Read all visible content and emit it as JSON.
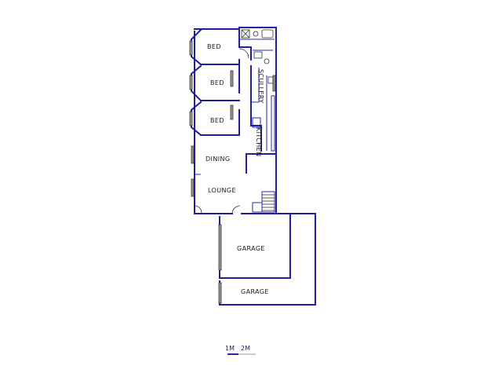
{
  "rooms": {
    "bed1": "BED",
    "bed2": "BED",
    "bed3": "BED",
    "dining": "DINING",
    "lounge": "LOUNGE",
    "scullery": "SCULLERY",
    "kitchen": "KITCHEN",
    "garage1": "GARAGE",
    "garage2": "GARAGE"
  },
  "scale": {
    "label_1": "1M",
    "label_2": "2M"
  },
  "colors": {
    "wall": "#1e1e9e",
    "background": "#ffffff"
  }
}
